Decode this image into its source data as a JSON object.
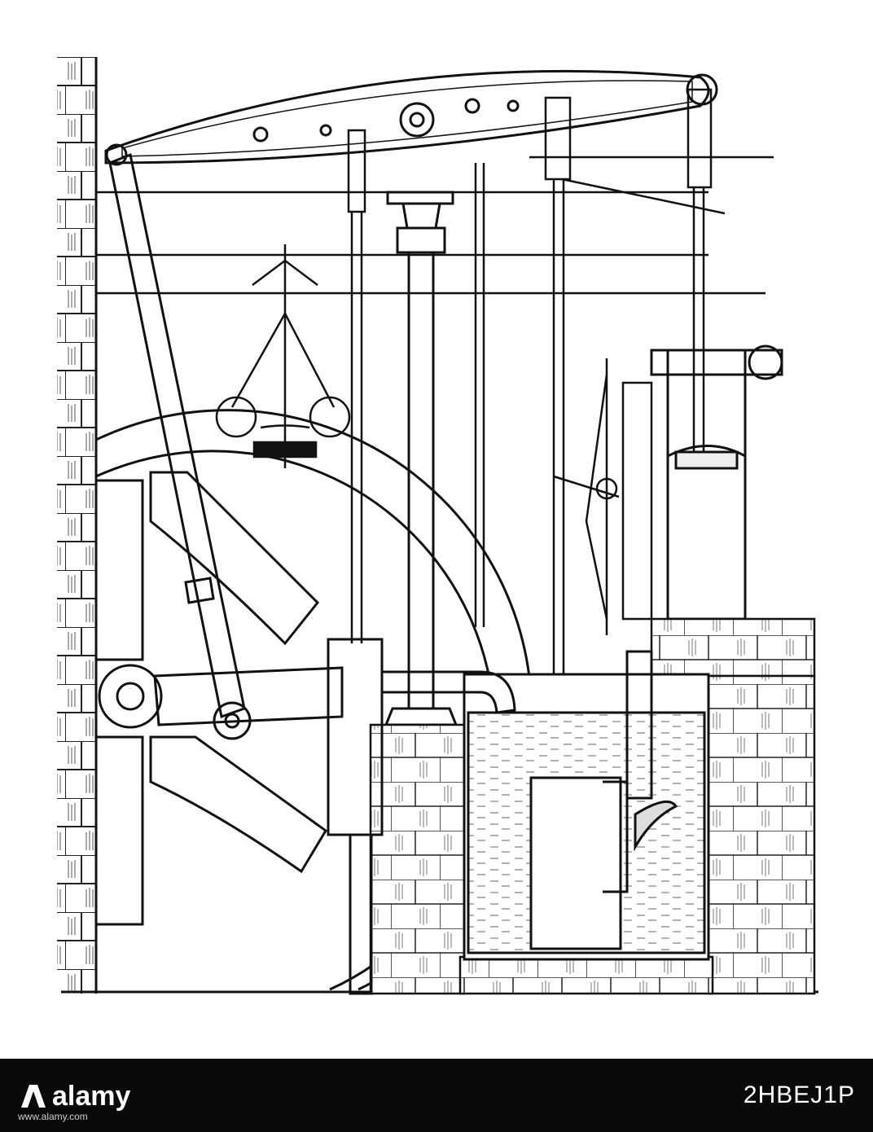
{
  "image": {
    "subject": "steam-engine-engraving",
    "ink_color": "#1a1a1a",
    "paper_color": "#ffffff"
  },
  "footer": {
    "background": "#0a0a0a",
    "text_color": "#ffffff",
    "logo_text": "alamy",
    "image_id": "2HBEJ1P",
    "url": "www.alamy.com"
  }
}
